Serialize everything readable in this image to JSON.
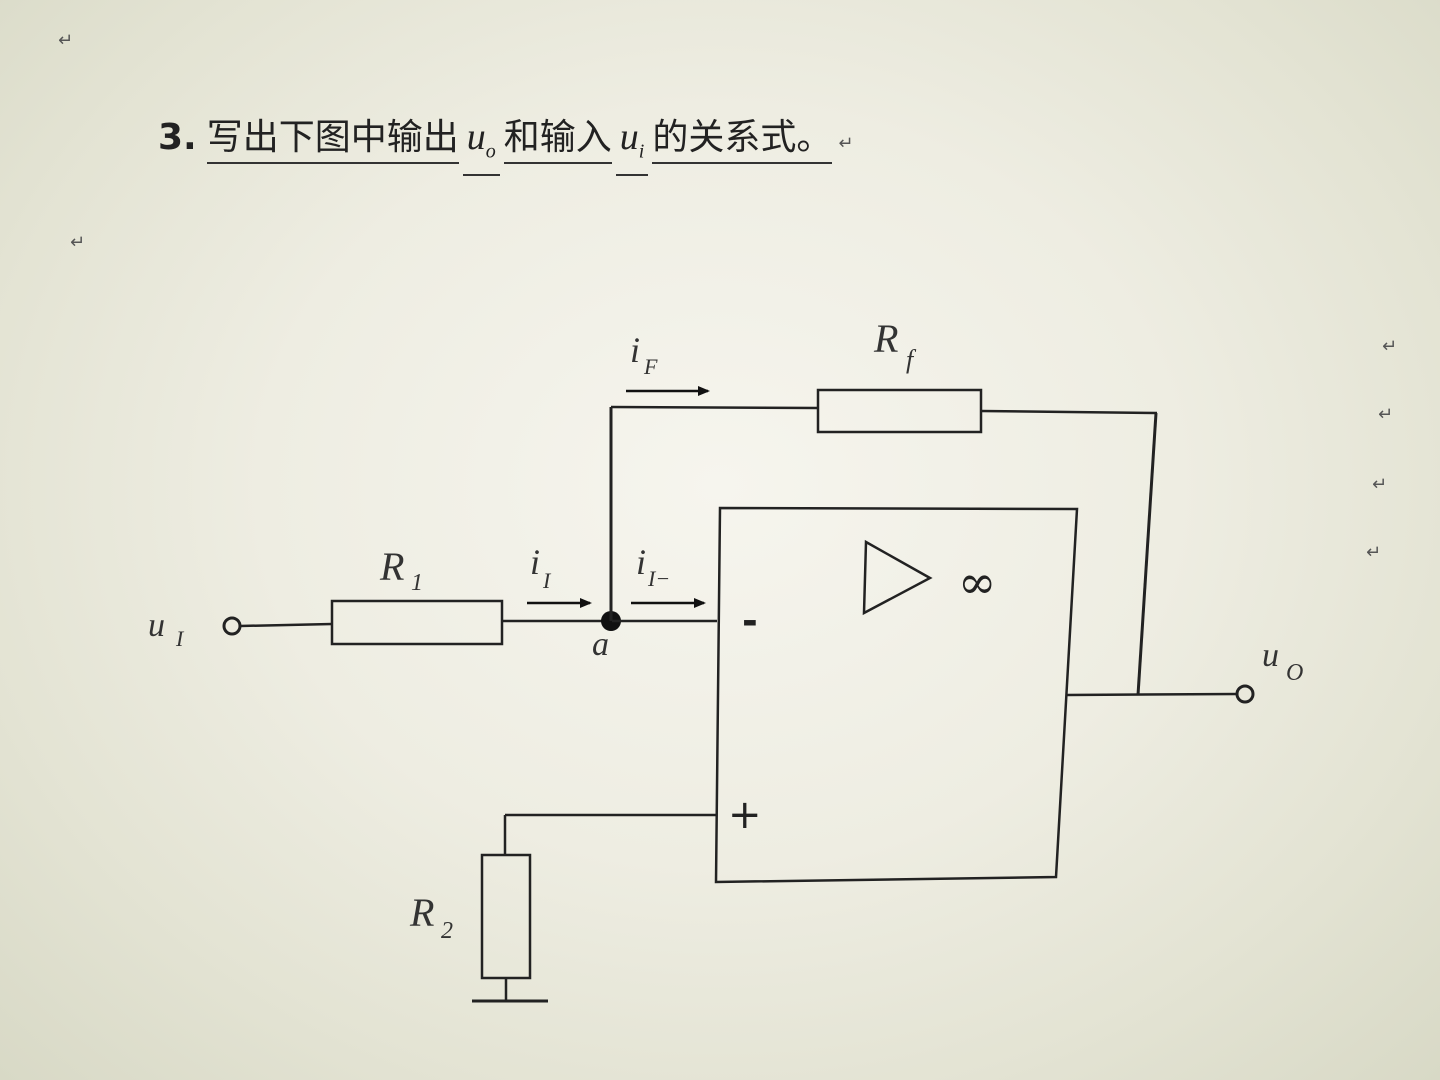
{
  "question": {
    "number": "3.",
    "text_part1": "写出下图中输出",
    "var_out": "u",
    "var_out_sub": "o",
    "text_part2": "和输入",
    "var_in": "u",
    "var_in_sub": "i",
    "text_part3": "的关系式。"
  },
  "paragraph_mark": "↵",
  "circuit": {
    "input_label": "u",
    "input_sub": "I",
    "output_label": "u",
    "output_sub": "O",
    "r1_label": "R",
    "r1_sub": "1",
    "r2_label": "R",
    "r2_sub": "2",
    "rf_label": "R",
    "rf_sub": "f",
    "node_label": "a",
    "current_i1": "i",
    "current_i1_sub": "I",
    "current_iminus": "i",
    "current_iminus_sub": "I−",
    "current_if": "i",
    "current_if_sub": "F",
    "minus_input": "-",
    "plus_input": "+",
    "infinity": "∞"
  }
}
